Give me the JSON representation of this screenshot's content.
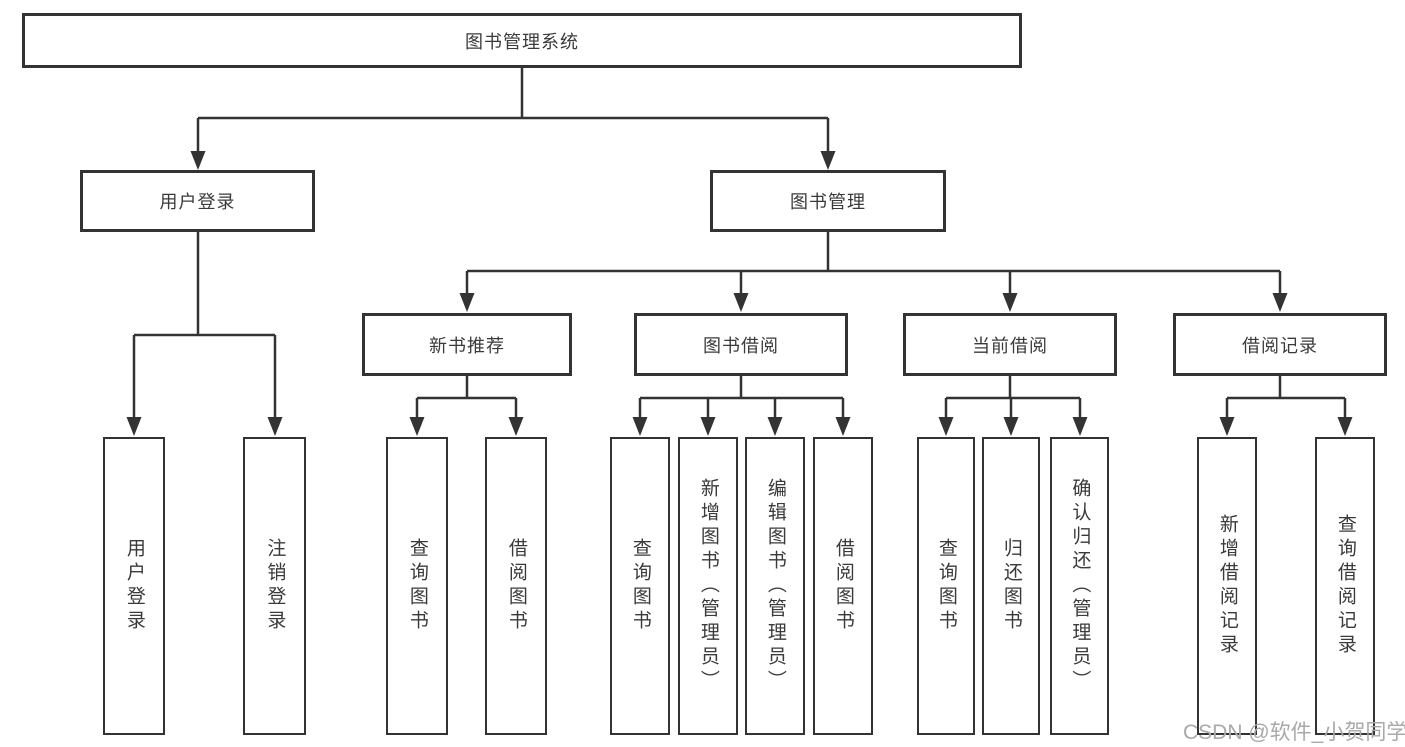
{
  "tree": {
    "root": {
      "label": "图书管理系统"
    },
    "branches": [
      {
        "label": "用户登录",
        "children": [
          {
            "label": "用户登录"
          },
          {
            "label": "注销登录"
          }
        ]
      },
      {
        "label": "图书管理",
        "sections": [
          {
            "label": "新书推荐",
            "children": [
              {
                "label": "查询图书"
              },
              {
                "label": "借阅图书"
              }
            ]
          },
          {
            "label": "图书借阅",
            "children": [
              {
                "label": "查询图书"
              },
              {
                "label": "新增图书（管理员）"
              },
              {
                "label": "编辑图书（管理员）"
              },
              {
                "label": "借阅图书"
              }
            ]
          },
          {
            "label": "当前借阅",
            "children": [
              {
                "label": "查询图书"
              },
              {
                "label": "归还图书"
              },
              {
                "label": "确认归还（管理员）"
              }
            ]
          },
          {
            "label": "借阅记录",
            "children": [
              {
                "label": "新增借阅记录"
              },
              {
                "label": "查询借阅记录"
              }
            ]
          }
        ]
      }
    ]
  },
  "watermark": {
    "text": "CSDN @软件_小贺同学"
  },
  "colors": {
    "line": "#333333",
    "box_border": "#333333",
    "box_fill": "#ffffff",
    "text": "#3a3a3a",
    "watermark": "#a9a9a9"
  }
}
